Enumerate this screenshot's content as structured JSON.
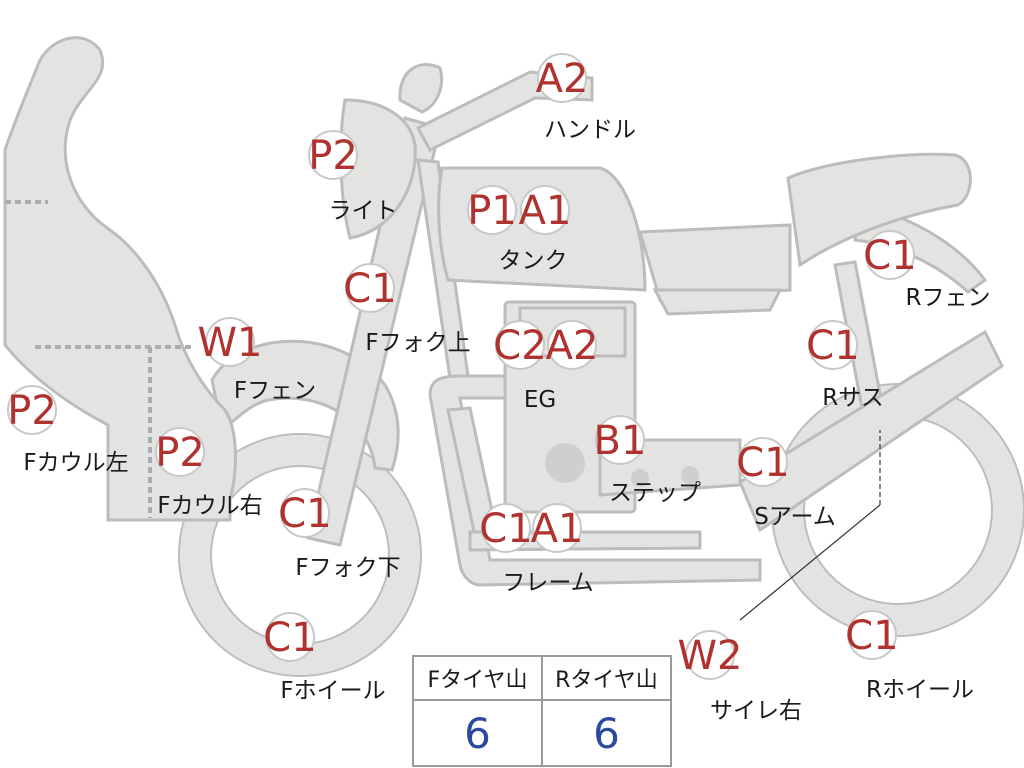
{
  "diagram": {
    "parts": [
      {
        "id": "handle",
        "codes": [
          "A2"
        ],
        "label": "ハンドル"
      },
      {
        "id": "light",
        "codes": [
          "P2"
        ],
        "label": "ライト"
      },
      {
        "id": "tank",
        "codes": [
          "P1",
          "A1"
        ],
        "label": "タンク"
      },
      {
        "id": "f-fork-upper",
        "codes": [
          "C1"
        ],
        "label": "Fフォク上"
      },
      {
        "id": "engine",
        "codes": [
          "C2",
          "A2"
        ],
        "label": "EG"
      },
      {
        "id": "r-fender",
        "codes": [
          "C1"
        ],
        "label": "Rフェン"
      },
      {
        "id": "r-suspension",
        "codes": [
          "C1"
        ],
        "label": "Rサス"
      },
      {
        "id": "f-fender",
        "codes": [
          "W1"
        ],
        "label": "Fフェン"
      },
      {
        "id": "f-cowl-left",
        "codes": [
          "P2"
        ],
        "label": "Fカウル左"
      },
      {
        "id": "f-cowl-right",
        "codes": [
          "P2"
        ],
        "label": "Fカウル右"
      },
      {
        "id": "step",
        "codes": [
          "B1"
        ],
        "label": "ステップ"
      },
      {
        "id": "swing-arm",
        "codes": [
          "C1"
        ],
        "label": "Sアーム"
      },
      {
        "id": "f-fork-lower",
        "codes": [
          "C1"
        ],
        "label": "Fフォク下"
      },
      {
        "id": "frame",
        "codes": [
          "C1",
          "A1"
        ],
        "label": "フレーム"
      },
      {
        "id": "f-wheel",
        "codes": [
          "C1"
        ],
        "label": "Fホイール"
      },
      {
        "id": "muffler-right",
        "codes": [
          "W2"
        ],
        "label": "サイレ右"
      },
      {
        "id": "r-wheel",
        "codes": [
          "C1"
        ],
        "label": "Rホイール"
      }
    ]
  },
  "tire_tread": {
    "front_label": "Fタイヤ山",
    "rear_label": "Rタイヤ山",
    "front_value": "6",
    "rear_value": "6"
  }
}
